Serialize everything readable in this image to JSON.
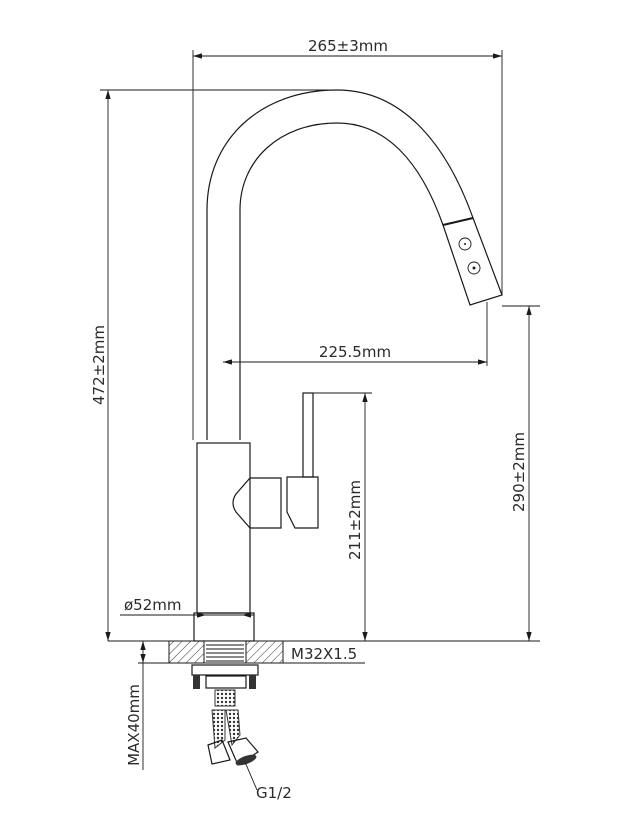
{
  "title": "Kitchen faucet dimension drawing",
  "dimensions": {
    "overall_reach": "265±3mm",
    "spout_reach": "225.5mm",
    "overall_height": "472±2mm",
    "spout_height": "290±2mm",
    "handle_height": "211±2mm",
    "base_diameter": "ø52mm",
    "thread": "M32X1.5",
    "max_deck_thickness": "MAX40mm",
    "hose_connection": "G1/2"
  },
  "colors": {
    "line": "#1a1a1a",
    "background": "#ffffff"
  }
}
